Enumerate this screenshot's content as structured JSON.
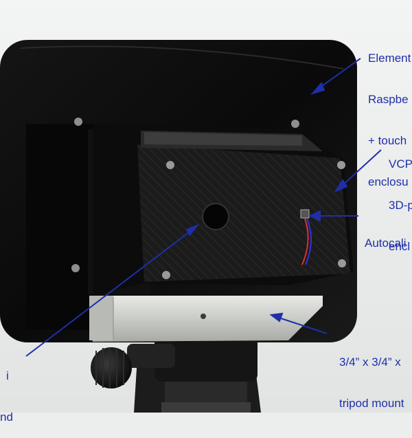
{
  "annotations": {
    "display_enclosure": {
      "line1": "Element",
      "line2": "Raspbe",
      "line3": "+ touch",
      "line4": "enclosu"
    },
    "vcp_enclosure": {
      "line1": "VCP",
      "line2": "3D-p",
      "line3": "encl"
    },
    "autocal": {
      "line1": "Autocali"
    },
    "camera": {
      "line1": "i",
      "line2": "nd"
    },
    "rail": {
      "line1": "3/4” x 3/4” x",
      "line2": "tripod mount"
    }
  },
  "colors": {
    "annotation": "#1f2fa8",
    "background": "#eceeee"
  }
}
